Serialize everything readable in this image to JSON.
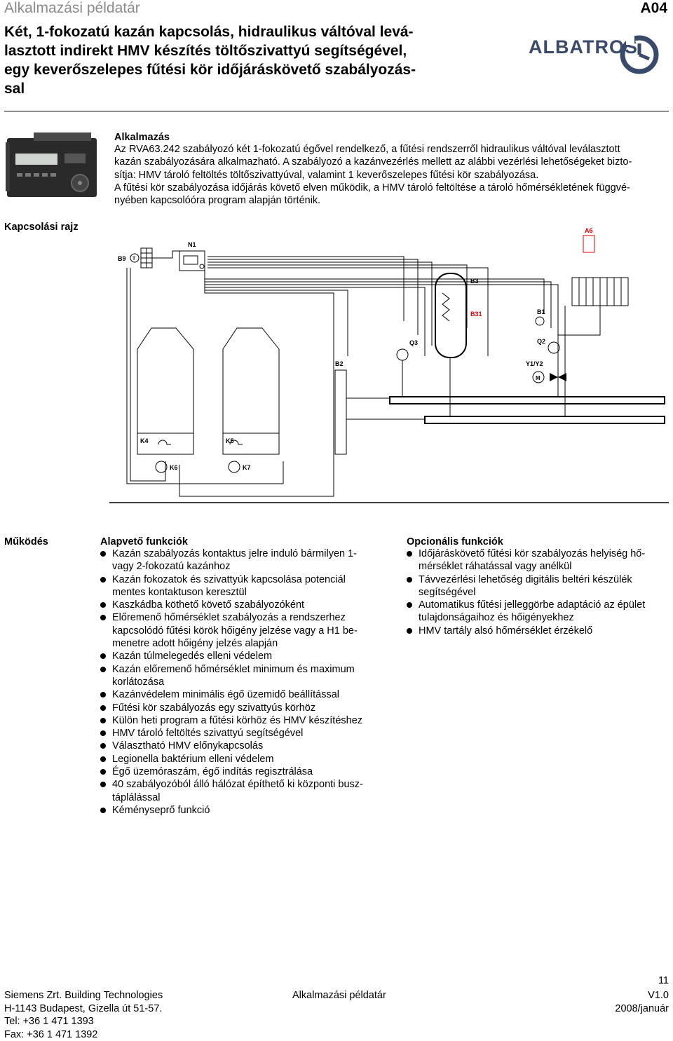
{
  "header": {
    "doc_label": "Alkalmazási példatár",
    "code": "A04",
    "title_lines": [
      "Két, 1-fokozatú kazán kapcsolás, hidraulikus váltóval levá-",
      "lasztott indirekt HMV készítés töltőszivattyú segítségével,",
      "egy keverőszelepes fűtési kör időjáráskövető szabályozás-",
      "sal"
    ],
    "logo_text": "ALBATROS"
  },
  "application": {
    "heading": "Alkalmazás",
    "lines": [
      "Az RVA63.242 szabályozó két 1-fokozatú égővel rendelkező, a fűtési rendszerről hidraulikus váltóval leválasztott",
      "kazán szabályozására alkalmazható. A szabályozó a kazánvezérlés mellett az alábbi vezérlési lehetőségeket bizto-",
      "sítja: HMV tároló feltöltés töltőszivattyúval, valamint 1 keverőszelepes fűtési kör szabályozása.",
      "A fűtési kör szabályozása időjárás követő elven működik, a HMV tároló feltöltése a tároló hőmérsékletének függvé-",
      "nyében kapcsolóóra program alapján történik."
    ]
  },
  "diagram": {
    "heading": "Kapcsolási rajz",
    "labels": {
      "b9": "B9",
      "t": "T",
      "n1": "N1",
      "a6": "A6",
      "b3": "B3",
      "b31": "B31",
      "b1": "B1",
      "q3": "Q3",
      "q2": "Q2",
      "b2": "B2",
      "y1y2": "Y1/Y2",
      "m": "M",
      "k4": "K4",
      "k5": "K5",
      "k6": "K6",
      "k7": "K7"
    }
  },
  "functions": {
    "heading": "Működés",
    "basic_heading": "Alapvető funkciók",
    "basic_items": [
      [
        "Kazán szabályozás kontaktus jelre induló bármilyen 1-",
        "vagy 2-fokozatú kazánhoz"
      ],
      [
        "Kazán fokozatok és szivattyúk kapcsolása potenciál",
        "mentes kontaktuson keresztül"
      ],
      [
        "Kaszkádba köthető követő szabályozóként"
      ],
      [
        "Előremenő hőmérséklet szabályozás a rendszerhez",
        "kapcsolódó fűtési körök hőigény jelzése vagy a H1 be-",
        "menetre adott hőigény jelzés alapján"
      ],
      [
        "Kazán túlmelegedés elleni védelem"
      ],
      [
        "Kazán előremenő hőmérséklet minimum és maximum",
        "korlátozása"
      ],
      [
        "Kazánvédelem minimális égő üzemidő beállítással"
      ],
      [
        "Fűtési kör szabályozás egy szivattyús körhöz"
      ],
      [
        "Külön heti program a fűtési körhöz és HMV készítéshez"
      ],
      [
        "HMV tároló feltöltés szivattyú segítségével"
      ],
      [
        "Választható HMV előnykapcsolás"
      ],
      [
        "Legionella baktérium elleni védelem"
      ],
      [
        "Égő üzemóraszám, égő indítás regisztrálása"
      ],
      [
        "40 szabályozóból álló hálózat építhető ki központi busz-",
        "táplálással"
      ],
      [
        "Kéményseprő funkció"
      ]
    ],
    "optional_heading": "Opcionális funkciók",
    "optional_items": [
      [
        "Időjáráskövető fűtési kör szabályozás helyiség hő-",
        "mérséklet ráhatással vagy anélkül"
      ],
      [
        "Távvezérlési lehetőség digitális beltéri készülék",
        "segítségével"
      ],
      [
        "Automatikus fűtési jelleggörbe adaptáció az épület",
        "tulajdonságaihoz és hőigényekhez"
      ],
      [
        "HMV tartály alsó hőmérséklet érzékelő"
      ]
    ]
  },
  "footer": {
    "page_number": "11",
    "company_lines": [
      "Siemens Zrt. Building Technologies",
      "H-1143 Budapest, Gizella út 51-57.",
      "Tel: +36 1 471 1393",
      "Fax: +36 1 471 1392"
    ],
    "center": "Alkalmazási példatár",
    "version": "V1.0",
    "date": "2008/január"
  }
}
